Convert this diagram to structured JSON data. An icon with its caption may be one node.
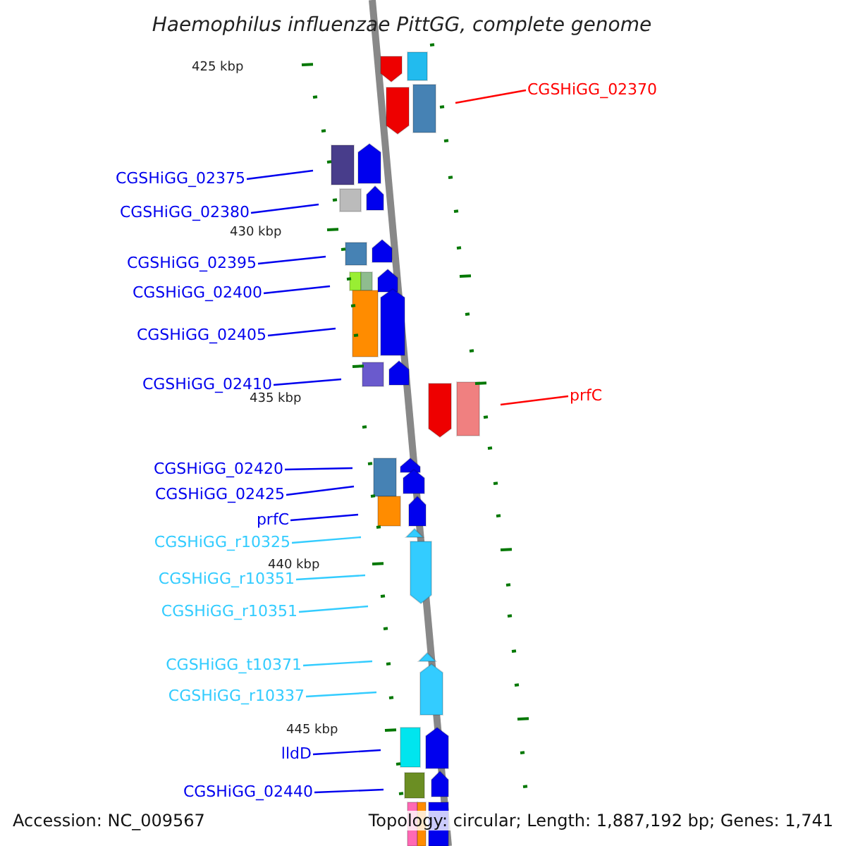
{
  "diagram": {
    "title": "Haemophilus influenzae PittGG, complete genome",
    "nodes": [
      {
        "text": [
          "CGSHiGG_02370"
        ]
      },
      {
        "text": [
          "CGSHiGG_02375"
        ]
      },
      {
        "text": [
          "CGSHiGG_02380"
        ]
      },
      {
        "text": [
          "CGSHiGG_02395"
        ]
      },
      {
        "text": [
          "CGSHiGG_02400"
        ]
      },
      {
        "text": [
          "CGSHiGG_02405"
        ]
      },
      {
        "text": [
          "CGSHiGG_02410"
        ]
      },
      {
        "text": [
          "prfC"
        ]
      },
      {
        "text": [
          "CGSHiGG_02420"
        ]
      },
      {
        "text": [
          "CGSHiGG_02425"
        ]
      },
      {
        "text": [
          "prfC"
        ]
      },
      {
        "text": [
          "CGSHiGG_r10325"
        ]
      },
      {
        "text": [
          "CGSHiGG_r10351"
        ]
      },
      {
        "text": [
          "CGSHiGG_r10351"
        ]
      },
      {
        "text": [
          "CGSHiGG_t10371"
        ]
      },
      {
        "text": [
          "CGSHiGG_r10337"
        ]
      },
      {
        "text": [
          "lldD"
        ]
      },
      {
        "text": [
          "CGSHiGG_02440"
        ]
      }
    ],
    "edges": [
      {
        "from": 0,
        "to": null,
        "arrow": "none",
        "color": "#ff0000"
      },
      {
        "from": 1,
        "to": null,
        "arrow": "none"
      },
      {
        "from": 2,
        "to": null,
        "arrow": "none"
      },
      {
        "from": 3,
        "to": null,
        "arrow": "none"
      },
      {
        "from": 4,
        "to": null,
        "arrow": "none"
      },
      {
        "from": 5,
        "to": null,
        "arrow": "none"
      },
      {
        "from": 6,
        "to": null,
        "arrow": "none"
      },
      {
        "from": 7,
        "to": null,
        "arrow": "none",
        "color": "#ff0000"
      },
      {
        "from": 8,
        "to": null,
        "arrow": "none"
      },
      {
        "from": 9,
        "to": null,
        "arrow": "none"
      },
      {
        "from": 10,
        "to": null,
        "arrow": "none"
      },
      {
        "from": 11,
        "to": null,
        "arrow": "none",
        "color": "#33ccff"
      },
      {
        "from": 12,
        "to": null,
        "arrow": "none",
        "color": "#33ccff"
      },
      {
        "from": 13,
        "to": null,
        "arrow": "none",
        "color": "#33ccff"
      },
      {
        "from": 14,
        "to": null,
        "arrow": "none",
        "color": "#33ccff"
      },
      {
        "from": 15,
        "to": null,
        "arrow": "none",
        "color": "#33ccff"
      },
      {
        "from": 16,
        "to": null,
        "arrow": "none"
      },
      {
        "from": 17,
        "to": null,
        "arrow": "none"
      }
    ],
    "labels": [
      "425 kbp",
      "430 kbp",
      "435 kbp",
      "440 kbp",
      "445 kbp",
      "Accession: NC_009567",
      "Topology: circular; Length: 1,887,192 bp; Genes: 1,741"
    ]
  }
}
